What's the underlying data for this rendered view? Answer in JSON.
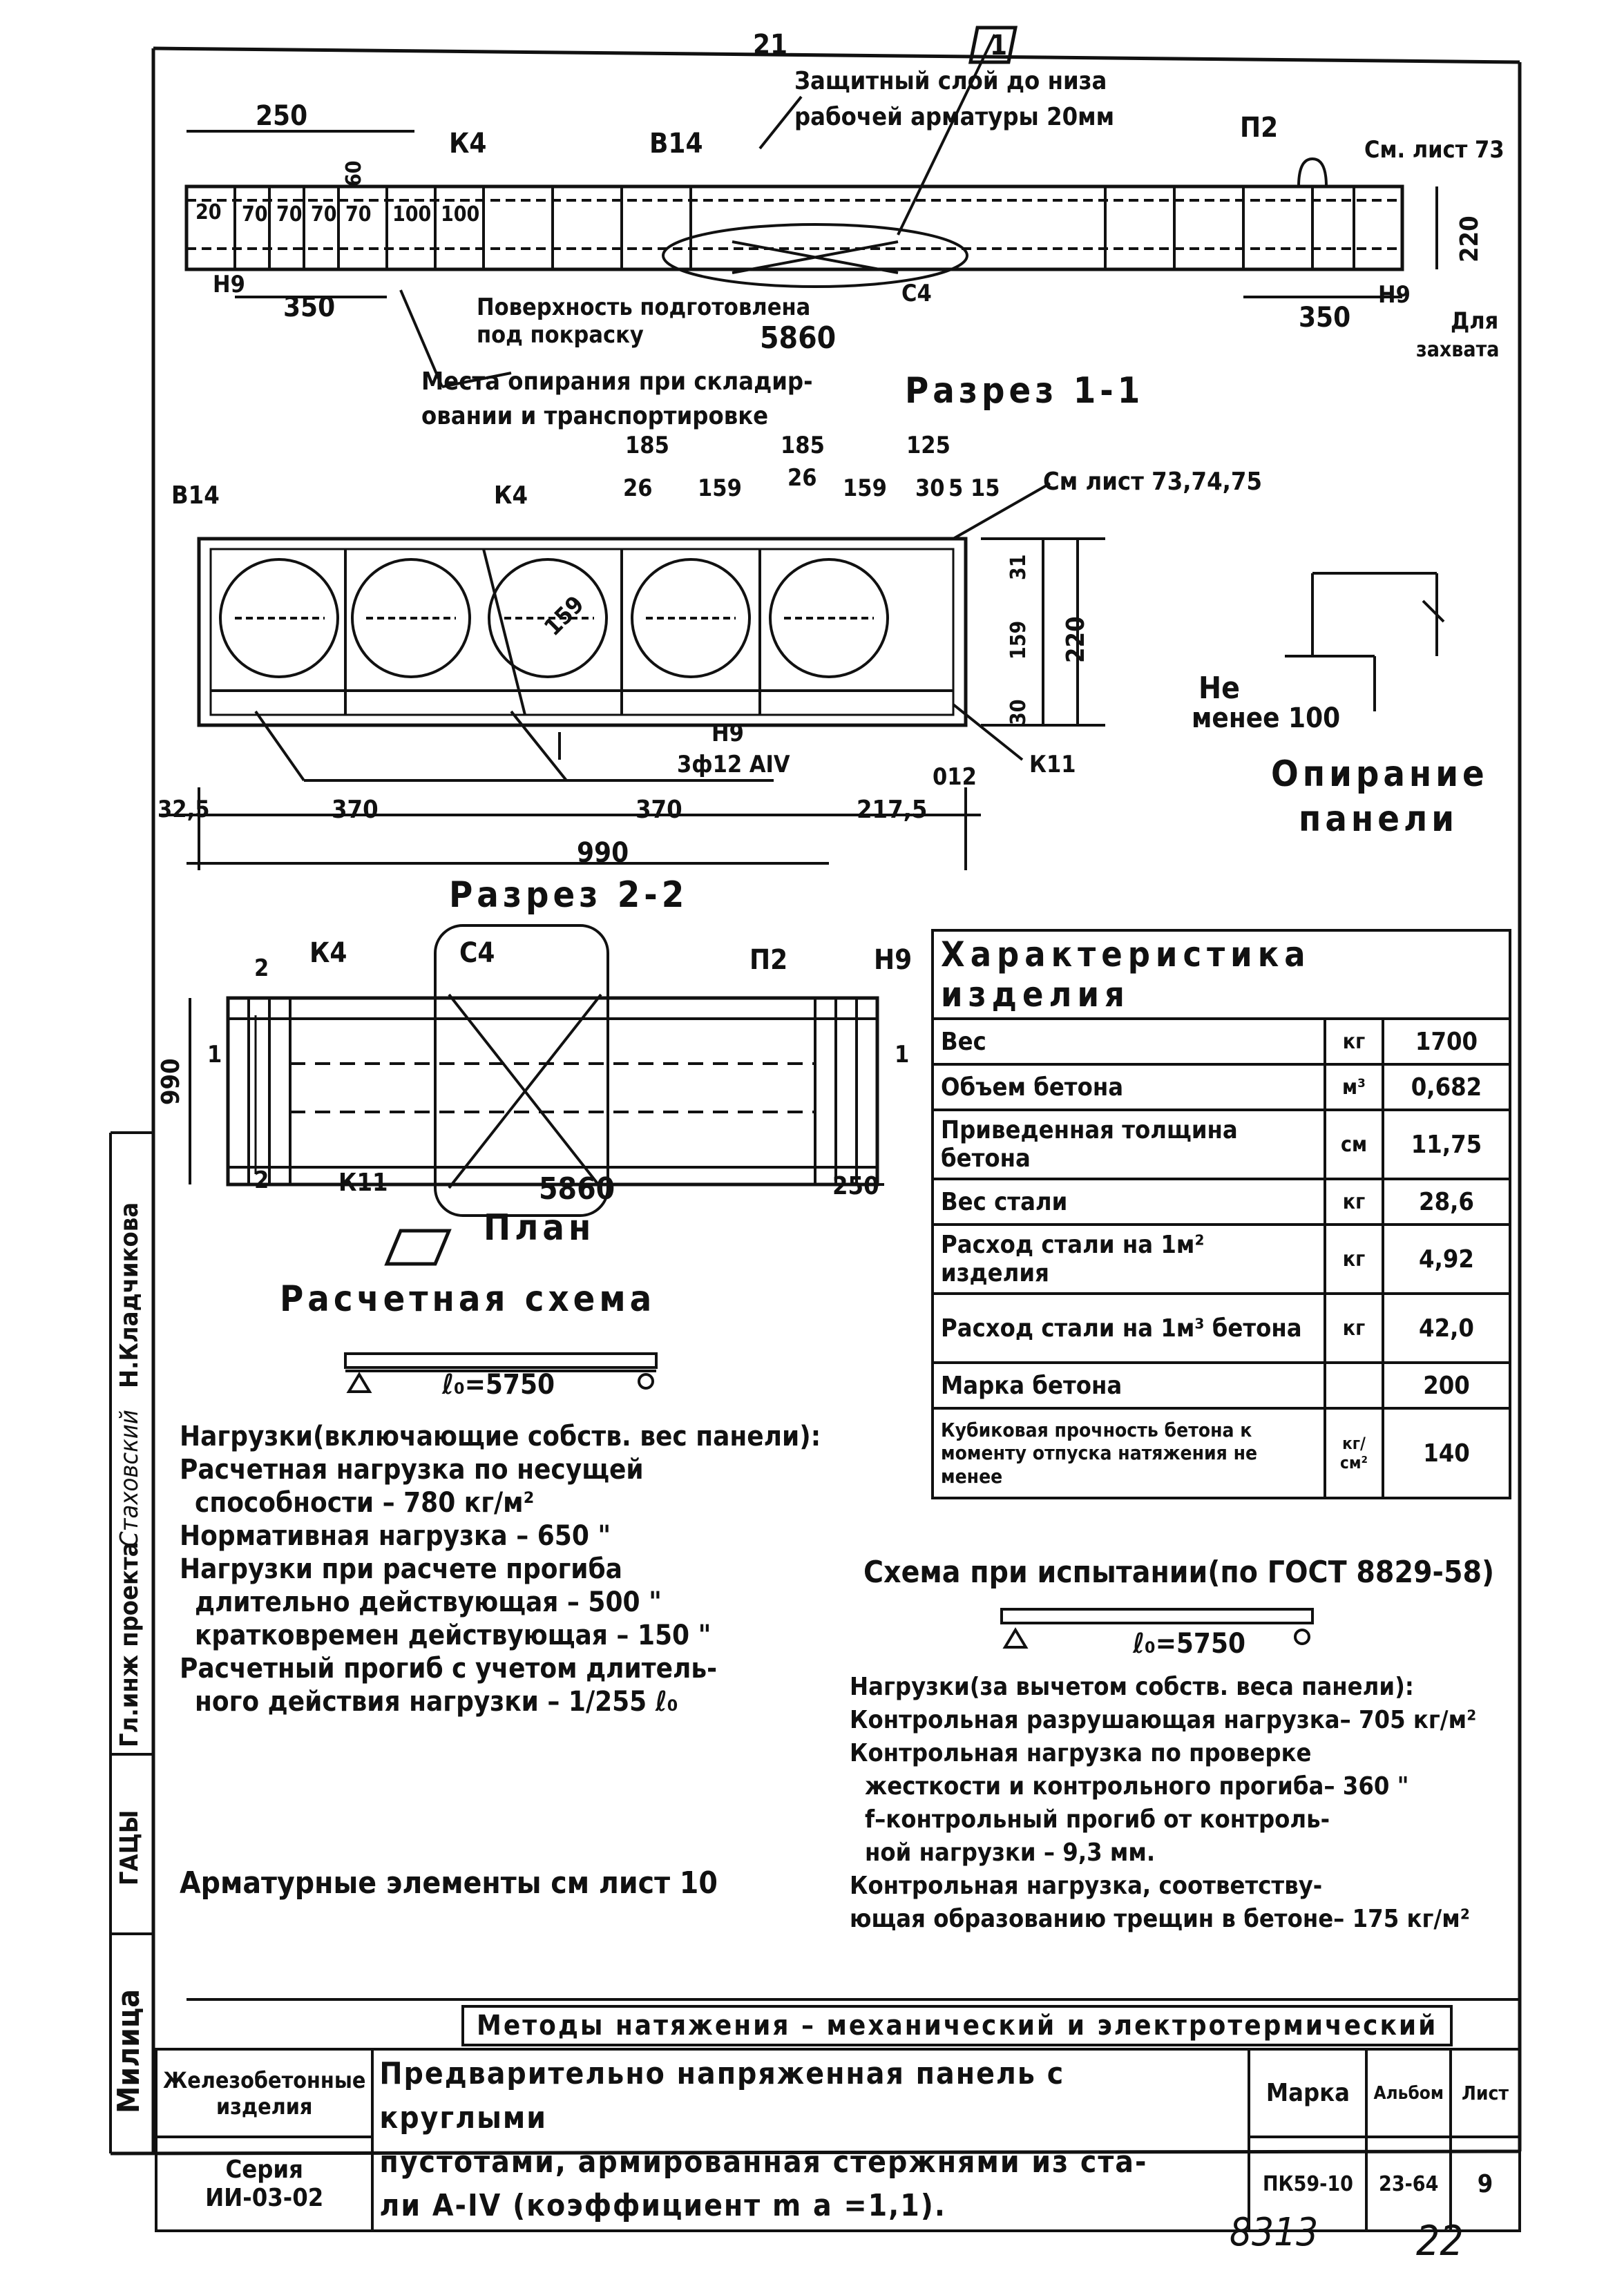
{
  "corner_number": "21",
  "marker_1": "1",
  "top_note": [
    "Защитный слой до низа",
    "рабочей арматуры 20мм"
  ],
  "elevation": {
    "dims": [
      "250",
      "60",
      "20",
      "70",
      "70",
      "70",
      "70",
      "100",
      "100",
      "350",
      "350",
      "220",
      "5860"
    ],
    "tags": [
      "К4",
      "В14",
      "П2",
      "Н9",
      "Н9",
      "С4"
    ],
    "see_sheet": "См. лист 73",
    "surface_note": [
      "Поверхность подготовлена",
      "под покраску"
    ],
    "grip_note": [
      "Для",
      "захвата"
    ],
    "support_note": [
      "Места опирания при складир-",
      "овании и транспортировке"
    ],
    "section_title": "Разрез 1-1"
  },
  "section11": {
    "top_dims": [
      "185",
      "185",
      "125",
      "26",
      "159",
      "26",
      "159",
      "30",
      "5",
      "15"
    ],
    "see_sheets": "См лист 73,74,75",
    "tags": [
      "В14",
      "К4",
      "Н9",
      "3ф12 АIV",
      "012",
      "К11"
    ],
    "circle_dim": "159",
    "side_dims": [
      "31",
      "159",
      "30",
      "220"
    ],
    "bottom_dims": [
      "32,5",
      "370",
      "370",
      "217,5",
      "990"
    ]
  },
  "support_detail": {
    "not_less": [
      "Не",
      "менее 100"
    ],
    "title": [
      "Опирание",
      "панели"
    ]
  },
  "section22": {
    "title": "Разрез 2-2",
    "tags": [
      "2",
      "К4",
      "С4",
      "П2",
      "Н9",
      "1",
      "1",
      "2",
      "К11"
    ],
    "dims": [
      "990",
      "5860",
      "250"
    ],
    "plan_label": "План"
  },
  "characteristics": {
    "title": "Характеристика изделия",
    "rows": [
      {
        "name": "Вес",
        "unit": "кг",
        "value": "1700"
      },
      {
        "name": "Объем бетона",
        "unit": "м³",
        "value": "0,682"
      },
      {
        "name": "Приведенная толщина бетона",
        "unit": "см",
        "value": "11,75"
      },
      {
        "name": "Вес стали",
        "unit": "кг",
        "value": "28,6"
      },
      {
        "name": "Расход стали на 1м² изделия",
        "unit": "кг",
        "value": "4,92"
      },
      {
        "name": "Расход стали на 1м³ бетона",
        "unit": "кг",
        "value": "42,0"
      },
      {
        "name": "Марка бетона",
        "unit": "",
        "value": "200"
      },
      {
        "name": "Кубиковая прочность бетона к моменту отпуска натяжения не менее",
        "unit": "кг/см²",
        "value": "140"
      }
    ]
  },
  "calc_scheme": {
    "title": "Расчетная схема",
    "span": "ℓ₀=5750"
  },
  "loads": [
    "Нагрузки(включающие собств. вес панели):",
    "Расчетная нагрузка по несущей",
    "способности            – 780 кг/м²",
    "Нормативная нагрузка     – 650 \"",
    "Нагрузки при расчете прогиба",
    "длительно действующая – 500 \"",
    "кратковремен действующая – 150 \"",
    "Расчетный прогиб с учетом длитель-",
    "ного действия нагрузки – 1/255 ℓ₀"
  ],
  "arm_note": "Арматурные элементы см лист 10",
  "test_scheme": {
    "title": "Схема при испытании(по ГОСТ 8829-58)",
    "span": "ℓ₀=5750",
    "lines": [
      "Нагрузки(за вычетом собств. веса панели):",
      "Контрольная разрушающая нагрузка– 705 кг/м²",
      "Контрольная нагрузка по проверке",
      "жесткости и контрольного прогиба– 360 \"",
      "f–контрольный прогиб от контроль-",
      "ной нагрузки                   – 9,3 мм.",
      "Контрольная нагрузка, соответству-",
      "ющая образованию трещин в бетоне– 175 кг/м²"
    ]
  },
  "method_box": "Методы натяжения – механический и электротермический",
  "stamp": {
    "left_top": [
      "Железобетонные",
      "изделия"
    ],
    "left_bottom": [
      "Серия",
      "ИИ-03-02"
    ],
    "title": [
      "Предварительно напряженная панель с круглыми",
      "пустотами, армированная стержнями из ста-",
      "ли А-IV (коэффициент m a =1,1)."
    ],
    "mark_label": "Марка",
    "album_label": "Альбом",
    "sheet_label": "Лист",
    "mark": "ПК59-10",
    "album": "23-64",
    "sheet": "9"
  },
  "side_strip": [
    "Гл.инж проекта",
    "Стаховский",
    "Н.Кладчикова",
    "ГАЦЫ",
    "Милица"
  ],
  "footer": {
    "code": "8313",
    "page": "22"
  }
}
